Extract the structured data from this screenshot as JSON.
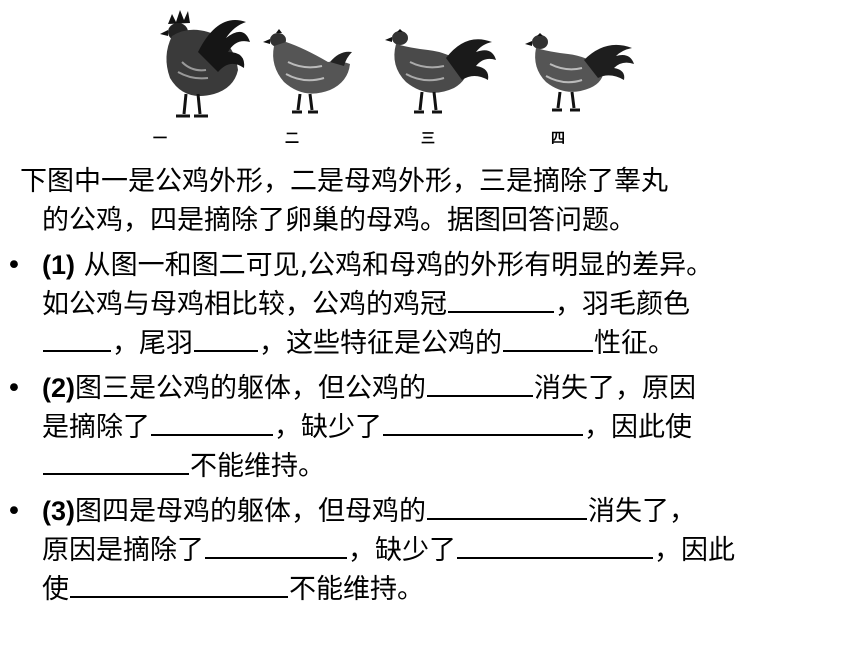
{
  "figure": {
    "labels": [
      "一",
      "二",
      "三",
      "四"
    ],
    "icons": [
      "rooster-image",
      "hen-image",
      "castrated-rooster-image",
      "spayed-hen-image"
    ]
  },
  "intro": {
    "line1": "下图中一是公鸡外形，二是母鸡外形，三是摘除了睾丸",
    "line2": "的公鸡，四是摘除了卵巢的母鸡。据图回答问题。"
  },
  "q1": {
    "num": "(1)",
    "t1": " 从图一和图二可见,公鸡和母鸡的外形有明显的差异。",
    "t2": "如公鸡与母鸡相比较，公鸡的鸡冠",
    "t3": "，羽毛颜色",
    "t4": "，尾羽",
    "t5": "，这些特征是公鸡的",
    "t6": "性征。"
  },
  "q2": {
    "num": "(2)",
    "t1": "图三是公鸡的躯体，但公鸡的",
    "t2": "消失了，原因",
    "t3": "是摘除了",
    "t4": "，缺少了",
    "t5": "，因此使",
    "t6": "不能维持。"
  },
  "q3": {
    "num": "(3)",
    "t1": "图四是母鸡的躯体，但母鸡的",
    "t2": "消失了，",
    "t3": "原因是摘除了",
    "t4": "，缺少了",
    "t5": "，因此",
    "t6": "使",
    "t7": "不能维持。"
  }
}
